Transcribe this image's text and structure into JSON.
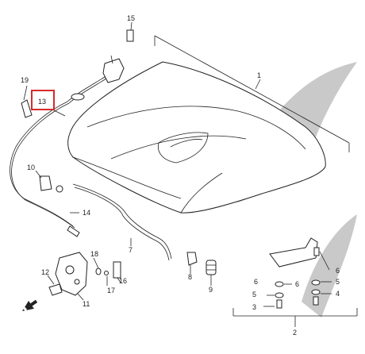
{
  "colors": {
    "highlight": "#d62b2b",
    "line": "#222222",
    "watermark": "#c9c9c9"
  },
  "callouts": {
    "p1": "1",
    "p2": "2",
    "p3": "3",
    "p4": "4",
    "p5a": "5",
    "p5b": "5",
    "p6a": "6",
    "p6b": "6",
    "p6c": "6",
    "p7": "7",
    "p8": "8",
    "p9": "9",
    "p10": "10",
    "p11": "11",
    "p12": "12",
    "p13": "13",
    "p14": "14",
    "p15": "15",
    "p16": "16",
    "p17": "17",
    "p18": "18",
    "p19": "19"
  },
  "icons": {
    "direction": "front-arrow-icon"
  }
}
